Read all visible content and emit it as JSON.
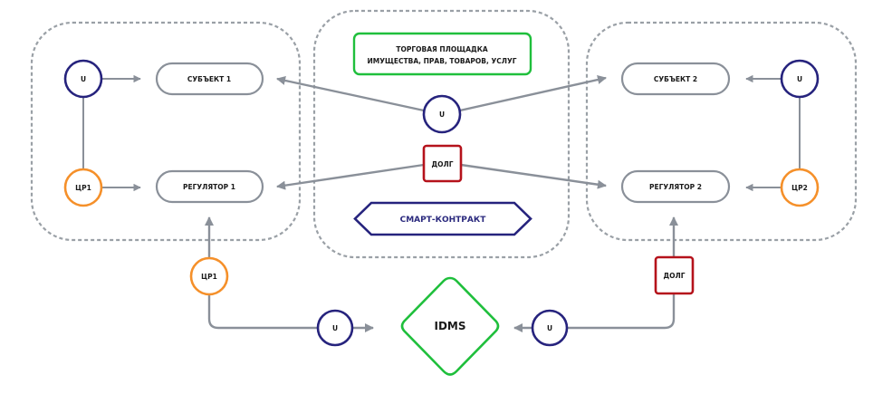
{
  "colors": {
    "grey": "#8a9099",
    "navy": "#26237d",
    "orange": "#f5902a",
    "red": "#b5121b",
    "green": "#1fbf3c",
    "dash": "#9aa0a6"
  },
  "groups": {
    "left": {
      "token_u": "U",
      "token_cr": "ЦР1",
      "subject": "СУБЪЕКТ 1",
      "regulator": "РЕГУЛЯТОР 1"
    },
    "center": {
      "marketplace_line1": "ТОРГОВАЯ ПЛОЩАДКА",
      "marketplace_line2": "ИМУЩЕСТВА, ПРАВ, ТОВАРОВ, УСЛУГ",
      "token_u": "U",
      "debt": "ДОЛГ",
      "smart_contract": "СМАРТ-КОНТРАКТ"
    },
    "right": {
      "token_u": "U",
      "token_cr": "ЦР2",
      "subject": "СУБЪЕКТ 2",
      "regulator": "РЕГУЛЯТОР 2"
    }
  },
  "bottom": {
    "left_cr": "ЦР1",
    "left_u": "U",
    "idms": "IDMS",
    "right_u": "U",
    "right_debt": "ДОЛГ"
  }
}
